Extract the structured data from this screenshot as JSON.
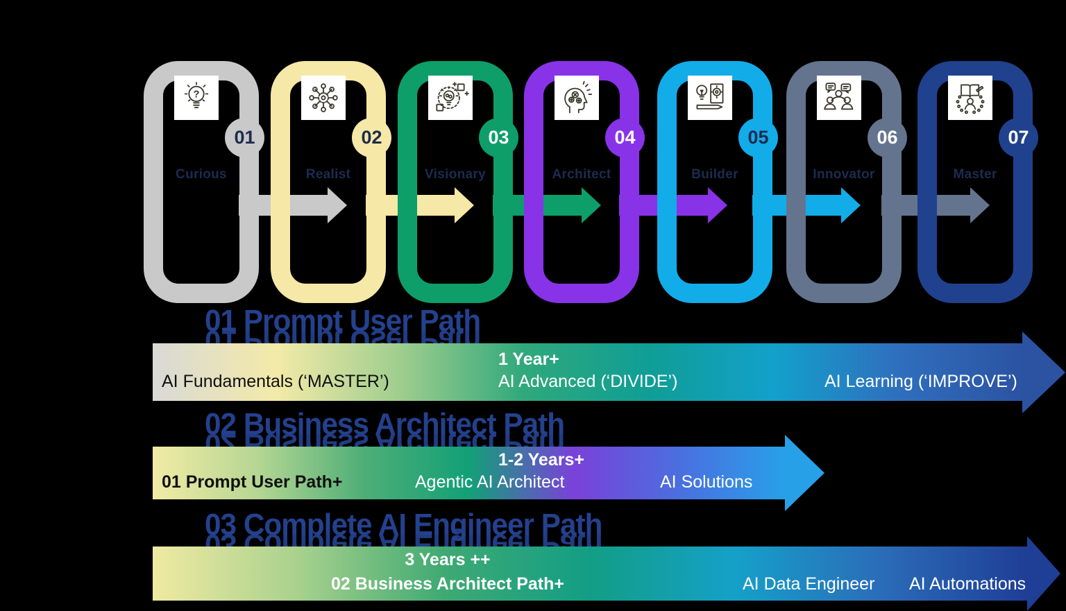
{
  "canvas": {
    "background": "#000000"
  },
  "journey": {
    "label_color": "#1d2b4f",
    "stages": [
      {
        "number": "01",
        "label": "Curious",
        "color": "#c9c9c9",
        "number_color": "#1d2b4f",
        "icon": "lightbulb-question-icon"
      },
      {
        "number": "02",
        "label": "Realist",
        "color": "#f6e8a6",
        "number_color": "#1d2b4f",
        "icon": "network-nodes-icon"
      },
      {
        "number": "03",
        "label": "Visionary",
        "color": "#0e9e6a",
        "number_color": "#ffffff",
        "icon": "idea-orbit-icon"
      },
      {
        "number": "04",
        "label": "Architect",
        "color": "#8833e8",
        "number_color": "#ffffff",
        "icon": "head-gears-icon"
      },
      {
        "number": "05",
        "label": "Builder",
        "color": "#12ace9",
        "number_color": "#1d2b4f",
        "icon": "blueprint-tools-icon"
      },
      {
        "number": "06",
        "label": "Innovator",
        "color": "#64748e",
        "number_color": "#ffffff",
        "icon": "team-chat-icon"
      },
      {
        "number": "07",
        "label": "Master",
        "color": "#20418d",
        "number_color": "#ffffff",
        "icon": "mastery-learning-icon"
      }
    ]
  },
  "paths": {
    "title_color": "#24418e",
    "items": [
      {
        "title": "01 Prompt User Path",
        "left_label": "AI Fundamentals (‘MASTER’)",
        "duration": "1 Year+",
        "mid_label": "AI Advanced (‘DIVIDE’)",
        "right_label": "AI Learning (‘IMPROVE’)",
        "gradient": [
          "#d9d9d7",
          "#f3eaa8",
          "#9ecd8e",
          "#2fa87b",
          "#0f9e96",
          "#13a0cb",
          "#2f6fbd",
          "#2b53a2"
        ]
      },
      {
        "title": "02 Business Architect Path",
        "left_label": "01 Prompt User Path+",
        "duration": "1-2 Years+",
        "mid_label": "Agentic AI Architect",
        "right_label": "AI Solutions",
        "gradient": [
          "#f2eba4",
          "#b5d693",
          "#4fae77",
          "#12a077",
          "#7a41da",
          "#4a6fdf",
          "#28a0e8"
        ]
      },
      {
        "title": "03 Complete AI Engineer Path",
        "duration": "3 Years ++",
        "mid_label": "02 Business Architect Path+",
        "right_label": "AI Data Engineer",
        "right_label2": "AI Automations",
        "gradient": [
          "#f0eaa2",
          "#a8d18d",
          "#3fa973",
          "#129e85",
          "#15a0c9",
          "#2b6cb8",
          "#1f3e96"
        ]
      }
    ]
  }
}
